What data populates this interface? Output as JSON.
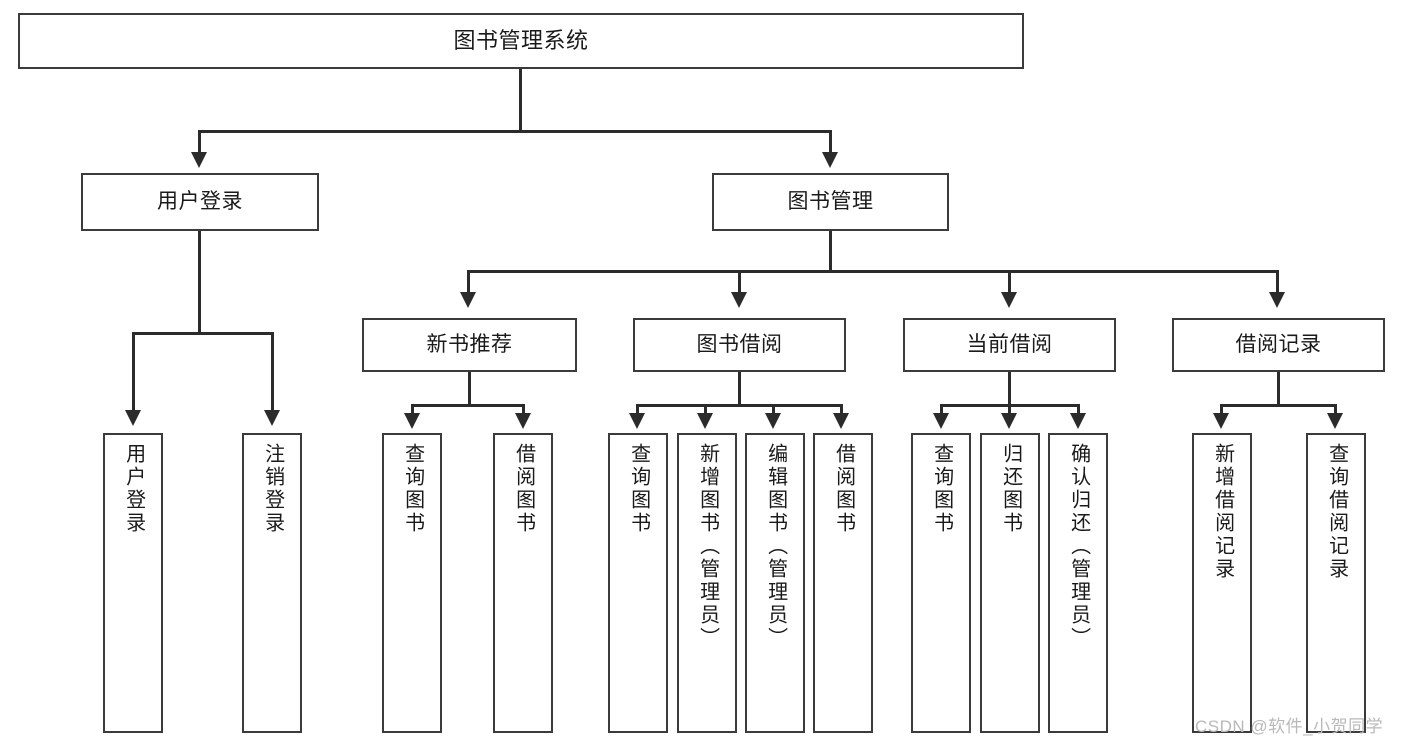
{
  "diagram": {
    "type": "tree-hierarchy-chart",
    "title": "图书管理系统",
    "root": {
      "label": "图书管理系统"
    },
    "level2": [
      {
        "label": "用户登录"
      },
      {
        "label": "图书管理"
      }
    ],
    "level3": [
      {
        "label": "新书推荐"
      },
      {
        "label": "图书借阅"
      },
      {
        "label": "当前借阅"
      },
      {
        "label": "借阅记录"
      }
    ],
    "leaves": {
      "user_login": [
        {
          "label": "用户登录"
        },
        {
          "label": "注销登录"
        }
      ],
      "new_book_recommend": [
        {
          "label": "查询图书"
        },
        {
          "label": "借阅图书"
        }
      ],
      "book_borrow": [
        {
          "label": "查询图书"
        },
        {
          "label": "新增图书（管理员）"
        },
        {
          "label": "编辑图书（管理员）"
        },
        {
          "label": "借阅图书"
        }
      ],
      "current_borrow": [
        {
          "label": "查询图书"
        },
        {
          "label": "归还图书"
        },
        {
          "label": "确认归还（管理员）"
        }
      ],
      "borrow_record": [
        {
          "label": "新增借阅记录"
        },
        {
          "label": "查询借阅记录"
        }
      ]
    }
  },
  "watermark": {
    "text": "CSDN @软件_小贺同学"
  },
  "colors": {
    "box_border": "#3b3b3b",
    "connector": "#2b2b2b",
    "background": "#ffffff",
    "text": "#1a1a1a",
    "watermark": "#b9b9b9"
  }
}
